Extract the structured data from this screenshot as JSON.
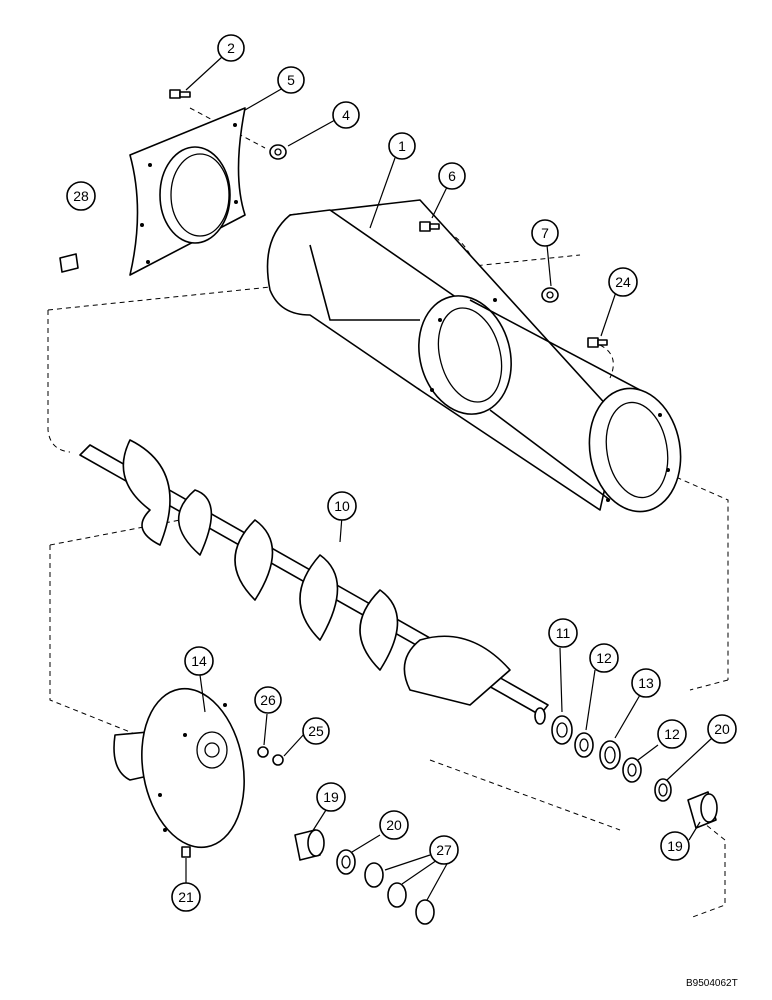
{
  "diagram": {
    "doc_id": "B9504062T",
    "callouts": {
      "c1": "1",
      "c2": "2",
      "c4": "4",
      "c5": "5",
      "c6": "6",
      "c7": "7",
      "c10": "10",
      "c11": "11",
      "c12a": "12",
      "c12b": "12",
      "c13": "13",
      "c14": "14",
      "c19a": "19",
      "c19b": "19",
      "c20a": "20",
      "c20b": "20",
      "c21": "21",
      "c24": "24",
      "c25": "25",
      "c26": "26",
      "c27": "27",
      "c28": "28"
    }
  }
}
